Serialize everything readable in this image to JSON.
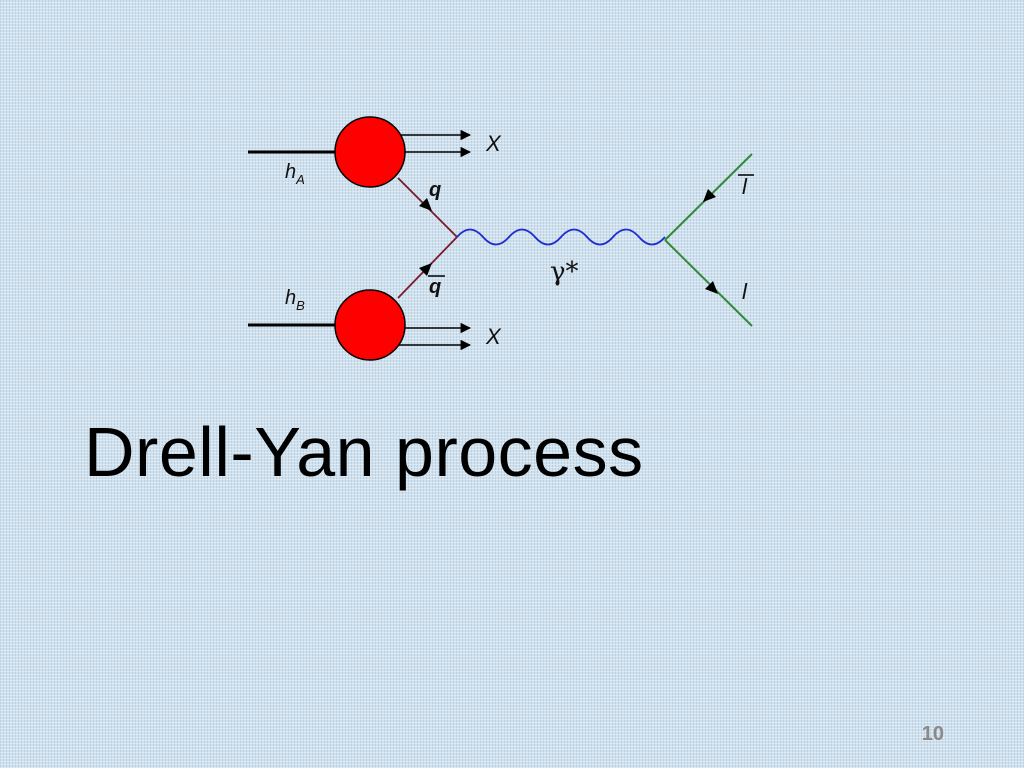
{
  "slide": {
    "title": "Drell-Yan process",
    "page_number": "10"
  },
  "diagram": {
    "labels": {
      "hadron_a": "h",
      "hadron_a_sub": "A",
      "hadron_b": "h",
      "hadron_b_sub": "B",
      "remnant_top": "X",
      "remnant_bottom": "X",
      "quark": "q",
      "antiquark": "q",
      "photon": "γ*",
      "antilepton": "l",
      "lepton": "l"
    },
    "colors": {
      "blob": "#ff0000",
      "quark_line": "#7a1a2a",
      "photon_line": "#1f2fd0",
      "lepton_line": "#2e8b3a",
      "hadron_line": "#000000"
    }
  }
}
